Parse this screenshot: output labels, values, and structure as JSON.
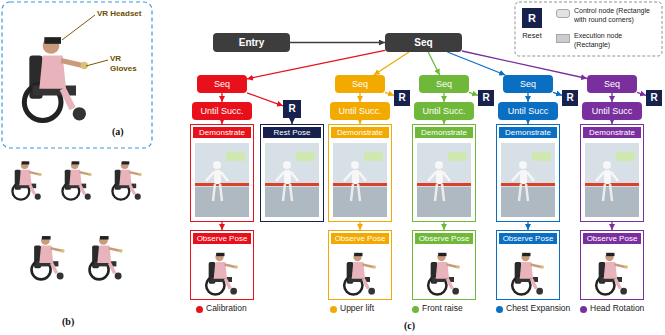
{
  "diagram": {
    "nodes": [
      {
        "text": [
          "Entry"
        ]
      },
      {
        "text": [
          "Seq"
        ]
      },
      {
        "text": [
          "Seq"
        ]
      },
      {
        "text": [
          "Until Succ."
        ]
      },
      {
        "text": [
          "Demonstrate"
        ]
      },
      {
        "text": [
          "Observe Pose"
        ]
      },
      {
        "text": [
          "R"
        ]
      },
      {
        "text": [
          "Rest Pose"
        ]
      },
      {
        "text": [
          "Seq"
        ]
      },
      {
        "text": [
          "Until Succ."
        ]
      },
      {
        "text": [
          "Demonstrate"
        ]
      },
      {
        "text": [
          "Observe Pose"
        ]
      },
      {
        "text": [
          "R"
        ]
      },
      {
        "text": [
          "Seq"
        ]
      },
      {
        "text": [
          "Until Succ."
        ]
      },
      {
        "text": [
          "Demonstrate"
        ]
      },
      {
        "text": [
          "Observe Pose"
        ]
      },
      {
        "text": [
          "R"
        ]
      },
      {
        "text": [
          "Seq"
        ]
      },
      {
        "text": [
          "Until Succ"
        ]
      },
      {
        "text": [
          "Demonstrate"
        ]
      },
      {
        "text": [
          "Observe Pose"
        ]
      },
      {
        "text": [
          "R"
        ]
      },
      {
        "text": [
          "Seq"
        ]
      },
      {
        "text": [
          "Until Succ"
        ]
      },
      {
        "text": [
          "Demonstrate"
        ]
      },
      {
        "text": [
          "Observe Pose"
        ]
      },
      {
        "text": [
          "R"
        ]
      }
    ],
    "edges": [
      {
        "from": 0,
        "to": 1,
        "arrow": "to"
      },
      {
        "from": 1,
        "to": 2,
        "arrow": "to"
      },
      {
        "from": 1,
        "to": 8,
        "arrow": "to"
      },
      {
        "from": 1,
        "to": 13,
        "arrow": "to"
      },
      {
        "from": 1,
        "to": 18,
        "arrow": "to"
      },
      {
        "from": 1,
        "to": 23,
        "arrow": "to"
      },
      {
        "from": 2,
        "to": 3,
        "arrow": "to"
      },
      {
        "from": 3,
        "to": 4,
        "arrow": "to"
      },
      {
        "from": 4,
        "to": 5,
        "arrow": "to"
      },
      {
        "from": 2,
        "to": 6,
        "arrow": "to"
      },
      {
        "from": 6,
        "to": 7,
        "arrow": "to"
      },
      {
        "from": 8,
        "to": 9,
        "arrow": "to"
      },
      {
        "from": 9,
        "to": 10,
        "arrow": "to"
      },
      {
        "from": 10,
        "to": 11,
        "arrow": "to"
      },
      {
        "from": 8,
        "to": 12,
        "arrow": "to"
      },
      {
        "from": 13,
        "to": 14,
        "arrow": "to"
      },
      {
        "from": 14,
        "to": 15,
        "arrow": "to"
      },
      {
        "from": 15,
        "to": 16,
        "arrow": "to"
      },
      {
        "from": 13,
        "to": 17,
        "arrow": "to"
      },
      {
        "from": 18,
        "to": 19,
        "arrow": "to"
      },
      {
        "from": 19,
        "to": 20,
        "arrow": "to"
      },
      {
        "from": 20,
        "to": 21,
        "arrow": "to"
      },
      {
        "from": 18,
        "to": 22,
        "arrow": "to"
      },
      {
        "from": 23,
        "to": 24,
        "arrow": "to"
      },
      {
        "from": 24,
        "to": 25,
        "arrow": "to"
      },
      {
        "from": 25,
        "to": 26,
        "arrow": "to"
      },
      {
        "from": 23,
        "to": 27,
        "arrow": "to"
      }
    ],
    "labels": [
      "VR Headset",
      "VR Gloves",
      "(a)",
      "(b)",
      "R",
      "(c)"
    ],
    "legend": [
      {
        "text": "Reset",
        "color": "#16214d"
      },
      {
        "text": "Control node (Rectangle with round corners)",
        "color": "#e3e3e3"
      },
      {
        "text": "Execution node (Rectangle)",
        "color": "#cccccc"
      },
      {
        "text": "Calibration",
        "color": "#e8101a"
      },
      {
        "text": "Upper lift",
        "color": "#f2a900"
      },
      {
        "text": "Front raise",
        "color": "#6fb83a"
      },
      {
        "text": "Chest Expansion",
        "color": "#0a6fc2"
      },
      {
        "text": "Head Rotation",
        "color": "#7a2f9e"
      }
    ]
  }
}
